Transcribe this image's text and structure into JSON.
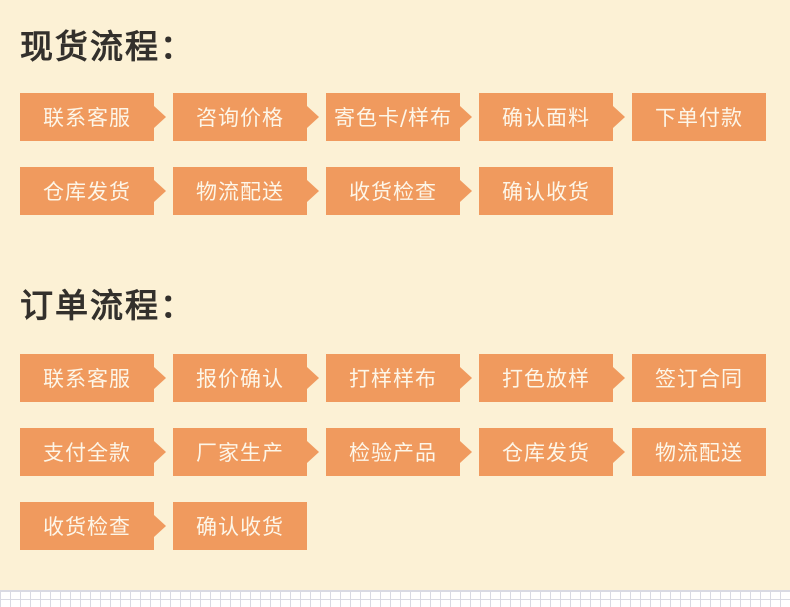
{
  "colors": {
    "page_bg": "#FCF1D5",
    "box_orange": "#F09A5E",
    "step_text": "#FDF6E8",
    "title_text": "#33302C",
    "grid_line": "#D9DAE3"
  },
  "sections": [
    {
      "title": "现货流程：",
      "rows": [
        [
          "联系客服",
          "咨询价格",
          "寄色卡/样布",
          "确认面料",
          "下单付款"
        ],
        [
          "仓库发货",
          "物流配送",
          "收货检查",
          "确认收货"
        ]
      ]
    },
    {
      "title": "订单流程：",
      "rows": [
        [
          "联系客服",
          "报价确认",
          "打样样布",
          "打色放样",
          "签订合同"
        ],
        [
          "支付全款",
          "厂家生产",
          "检验产品",
          "仓库发货",
          "物流配送"
        ],
        [
          "收货检查",
          "确认收货"
        ]
      ]
    }
  ]
}
